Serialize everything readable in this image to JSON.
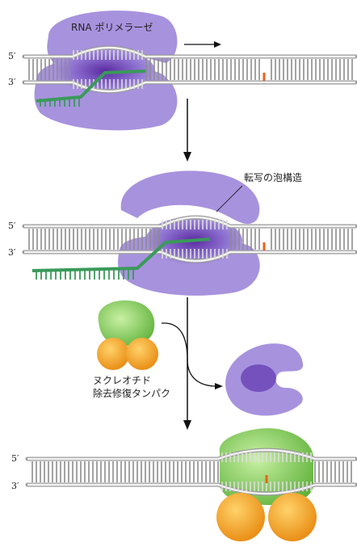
{
  "labels": {
    "rna_polymerase": "RNA ポリメラーゼ",
    "transcription_bubble": "転写の泡構造",
    "repair_protein_line1": "ヌクレオチド",
    "repair_protein_line2": "除去修復タンパク",
    "five_prime": "5′",
    "three_prime": "3′"
  },
  "colors": {
    "polymerase": "#9b86d9",
    "polymerase_dark": "#5d3aa8",
    "dna": "#8a8a8a",
    "rna": "#3a9a5a",
    "lesion": "#e8621a",
    "repair_green": "#8ad05a",
    "repair_orange": "#f2a820"
  }
}
